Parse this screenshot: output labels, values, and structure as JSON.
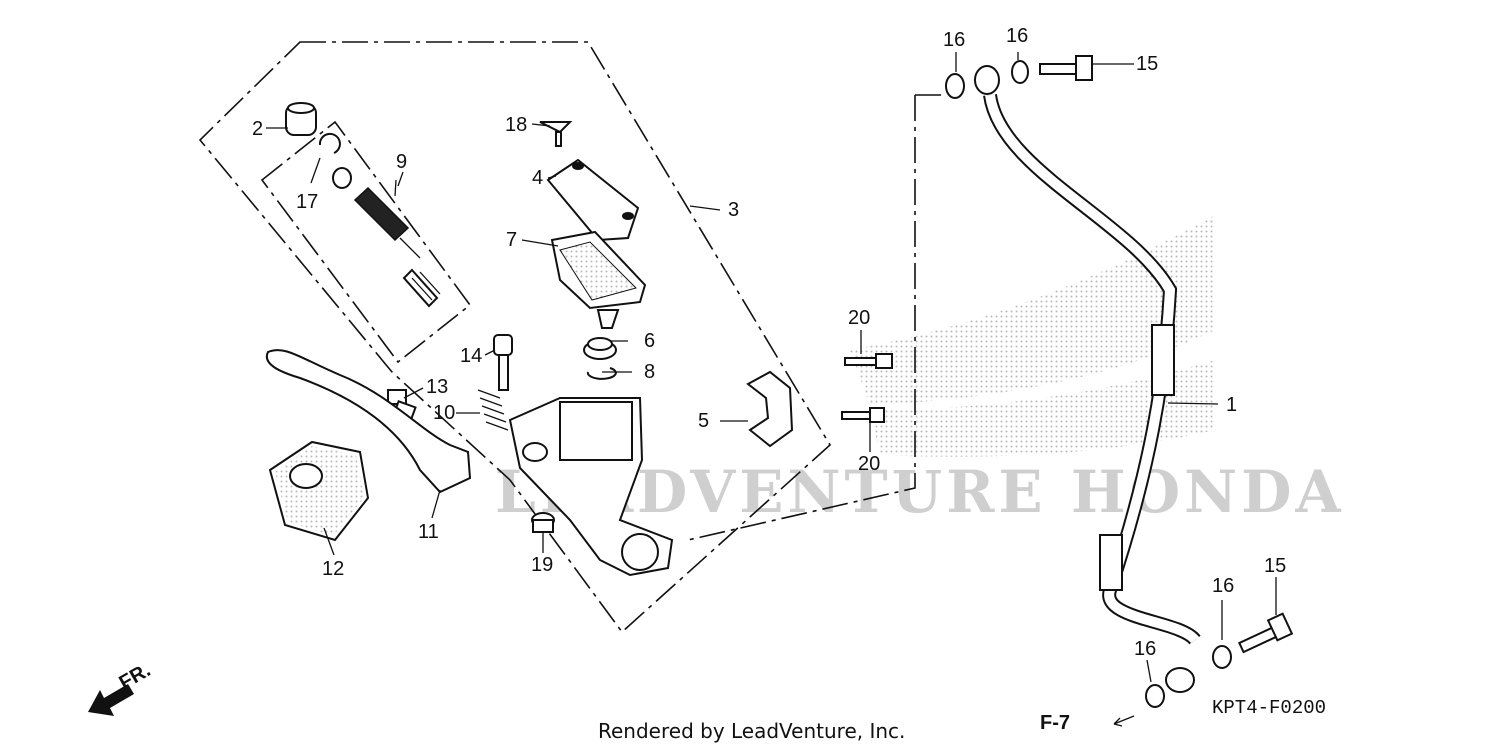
{
  "diagram": {
    "callouts": [
      {
        "id": "c1",
        "text": "1"
      },
      {
        "id": "c2",
        "text": "2"
      },
      {
        "id": "c3",
        "text": "3"
      },
      {
        "id": "c4",
        "text": "4"
      },
      {
        "id": "c5",
        "text": "5"
      },
      {
        "id": "c6",
        "text": "6"
      },
      {
        "id": "c7",
        "text": "7"
      },
      {
        "id": "c8",
        "text": "8"
      },
      {
        "id": "c9",
        "text": "9"
      },
      {
        "id": "c10",
        "text": "10"
      },
      {
        "id": "c11",
        "text": "11"
      },
      {
        "id": "c12",
        "text": "12"
      },
      {
        "id": "c13",
        "text": "13"
      },
      {
        "id": "c14",
        "text": "14"
      },
      {
        "id": "c15a",
        "text": "15"
      },
      {
        "id": "c15b",
        "text": "15"
      },
      {
        "id": "c16a",
        "text": "16"
      },
      {
        "id": "c16b",
        "text": "16"
      },
      {
        "id": "c16c",
        "text": "16"
      },
      {
        "id": "c16d",
        "text": "16"
      },
      {
        "id": "c17",
        "text": "17"
      },
      {
        "id": "c18",
        "text": "18"
      },
      {
        "id": "c19",
        "text": "19"
      },
      {
        "id": "c20a",
        "text": "20"
      },
      {
        "id": "c20b",
        "text": "20"
      }
    ],
    "direction_label": "FR.",
    "figure_ref": "F-7",
    "diagram_code": "KPT4-F0200",
    "credit": "Rendered by LeadVenture, Inc.",
    "watermark": "LEADVENTURE HONDA"
  }
}
